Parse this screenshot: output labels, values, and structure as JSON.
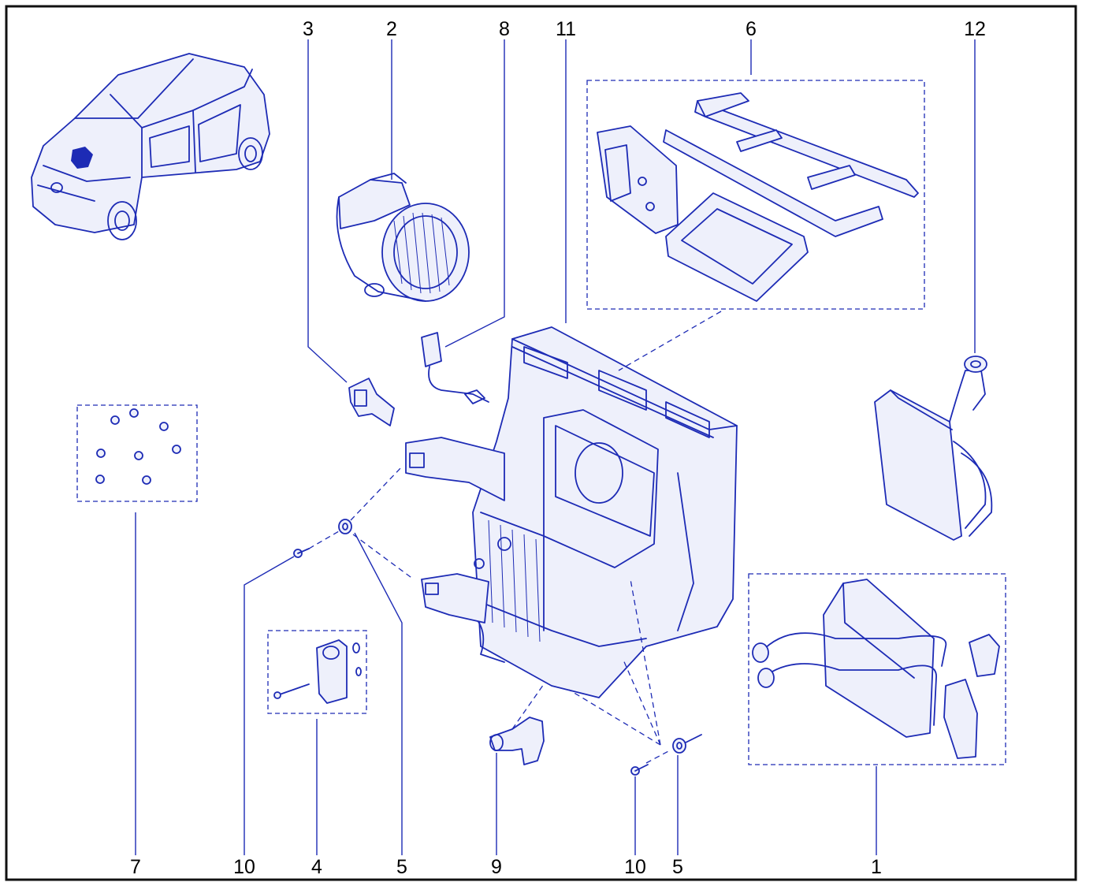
{
  "callouts": {
    "c1": "1",
    "c2": "2",
    "c3": "3",
    "c4": "4",
    "c5a": "5",
    "c5b": "5",
    "c6": "6",
    "c7": "7",
    "c8": "8",
    "c9": "9",
    "c10a": "10",
    "c10b": "10",
    "c11": "11",
    "c12": "12"
  },
  "colors": {
    "line": "#1d2bb5",
    "frame": "#111111",
    "background": "#ffffff"
  }
}
